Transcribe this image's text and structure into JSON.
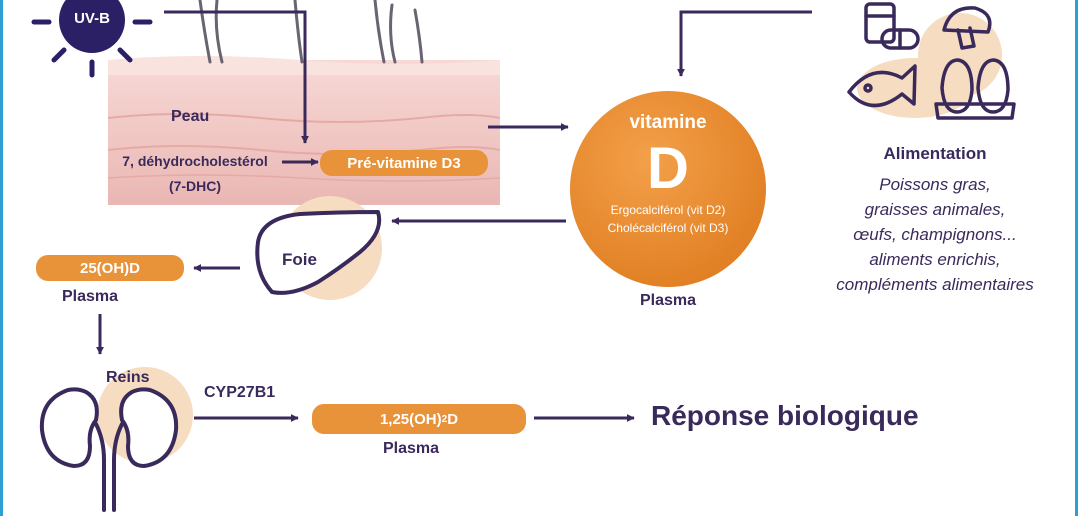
{
  "colors": {
    "accent": "#e8923a",
    "text": "#3a2a5c",
    "frame": "#2f9fd3",
    "soft": "#f6dcc0",
    "skin": "#f2c7c4"
  },
  "uv": {
    "label": "UV-B"
  },
  "skin": {
    "label": "Peau"
  },
  "precursor": {
    "line1": "7, déhydrocholestérol",
    "line2": "(7-DHC)"
  },
  "previtamin": {
    "label": "Pré-vitamine D3"
  },
  "vitamin": {
    "word": "vitamine",
    "letter": "D",
    "sub1": "Ergocalciférol (vit D2)",
    "sub2": "Cholécalciférol (vit D3)",
    "caption": "Plasma"
  },
  "food": {
    "title": "Alimentation",
    "items": [
      "Poissons gras,",
      "graisses animales,",
      "œufs, champignons...",
      "aliments enrichis,",
      "compléments alimentaires"
    ]
  },
  "liver": {
    "label": "Foie"
  },
  "metabolite1": {
    "label": "25(OH)D",
    "caption": "Plasma"
  },
  "kidney": {
    "label": "Reins",
    "enzyme": "CYP27B1"
  },
  "metabolite2": {
    "prefix": "1,25(OH)",
    "subscript": "2",
    "suffix": "D",
    "caption": "Plasma"
  },
  "response": {
    "label": "Réponse biologique"
  }
}
